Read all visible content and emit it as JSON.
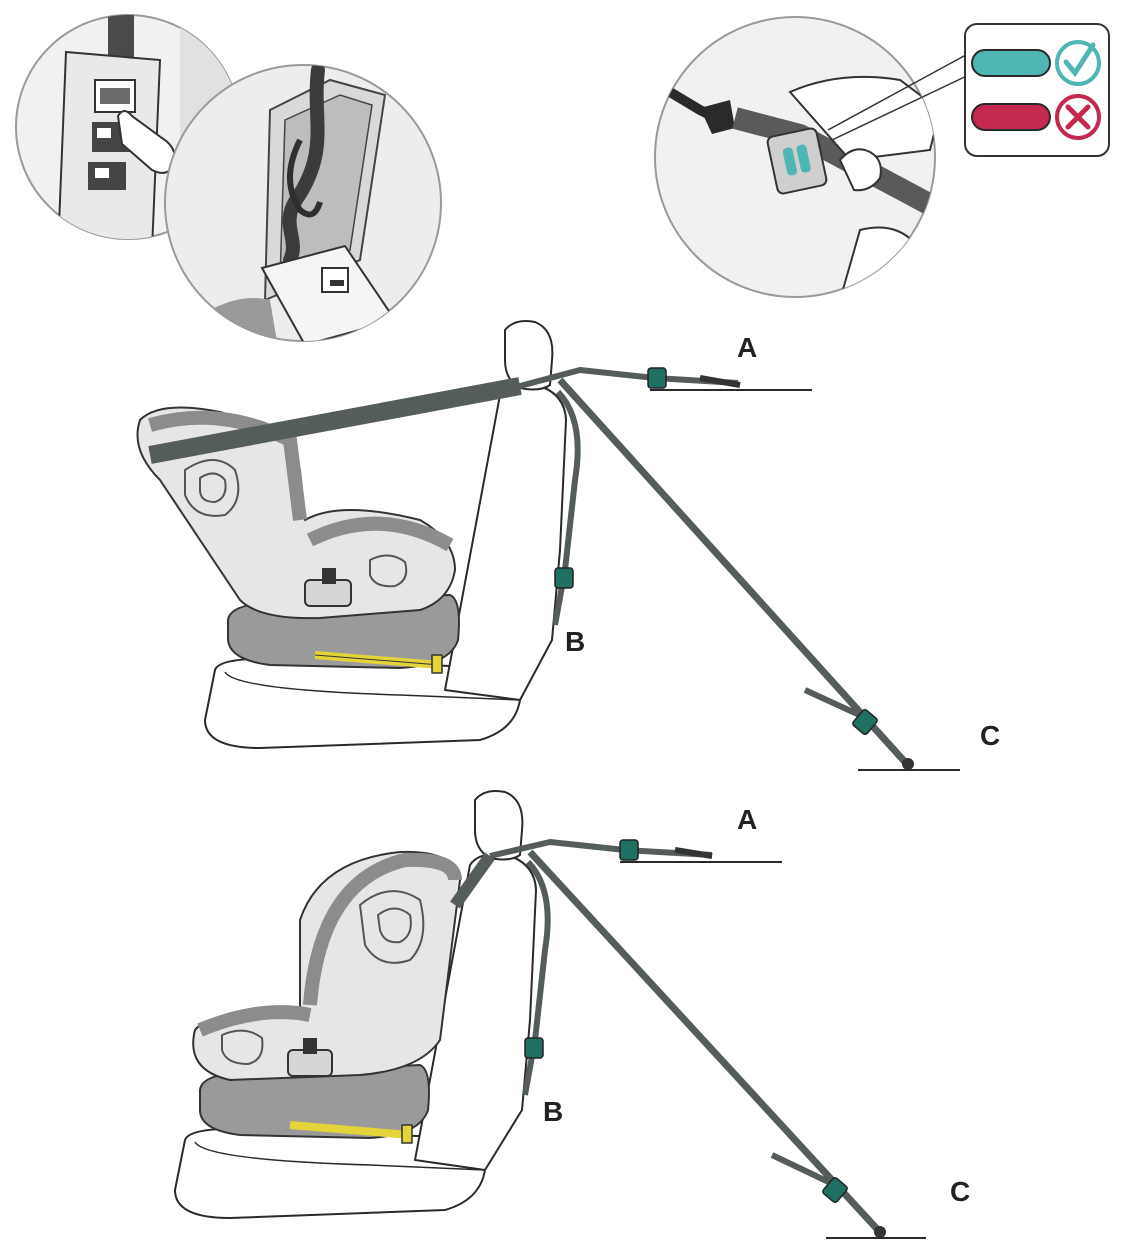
{
  "labels": {
    "top_diagram": {
      "anchor": "A",
      "belt": "B",
      "floor": "C"
    },
    "bottom_diagram": {
      "anchor": "A",
      "belt": "B",
      "floor": "C"
    }
  },
  "indicator": {
    "ok_color": "#4fb6b4",
    "bad_color": "#c3284e",
    "ok_icon": "check-icon",
    "bad_icon": "cross-icon"
  },
  "colors": {
    "line": "#2a2a2a",
    "strap": "#555d5c",
    "seat_shell": "#e6e6e6",
    "seat_trim": "#8c8c8c",
    "tensioner": "#1f6f63",
    "isofix": "#e4d43a"
  }
}
